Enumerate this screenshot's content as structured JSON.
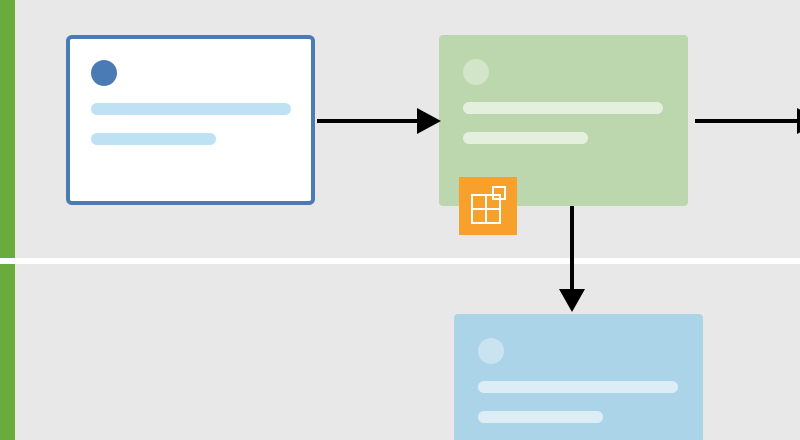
{
  "colors": {
    "lane_background": "#e8e8e8",
    "lane_strip": "#6aab3e",
    "card_1_fill": "#ffffff",
    "card_1_border": "#4a7bb4",
    "card_1_dot": "#4a7bb4",
    "card_1_bar": "#bfe1f4",
    "card_2_fill": "#bcd6ad",
    "card_2_dot": "#d3e5c8",
    "card_2_bar": "#e4efdd",
    "card_3_fill": "#abd4e8",
    "card_3_dot": "#c9e3f1",
    "card_3_bar": "#dcedf6",
    "arrow": "#000000",
    "badge_fill": "#f7a12c",
    "badge_icon": "#ffffff"
  },
  "diagram": {
    "lanes": [
      {
        "name": "lane-1"
      },
      {
        "name": "lane-2"
      }
    ],
    "nodes": [
      {
        "id": "card-1",
        "state": "selected",
        "lane": 1
      },
      {
        "id": "card-2",
        "state": "faded",
        "lane": 1
      },
      {
        "id": "card-3",
        "state": "faded",
        "lane": 2
      }
    ],
    "edges": [
      {
        "from": "card-1",
        "to": "card-2"
      },
      {
        "from": "card-2",
        "to": "offscreen-right"
      },
      {
        "from": "card-2",
        "to": "card-3"
      }
    ],
    "badge": {
      "icon": "layout-blocks-icon",
      "attached_to": "card-2"
    }
  }
}
